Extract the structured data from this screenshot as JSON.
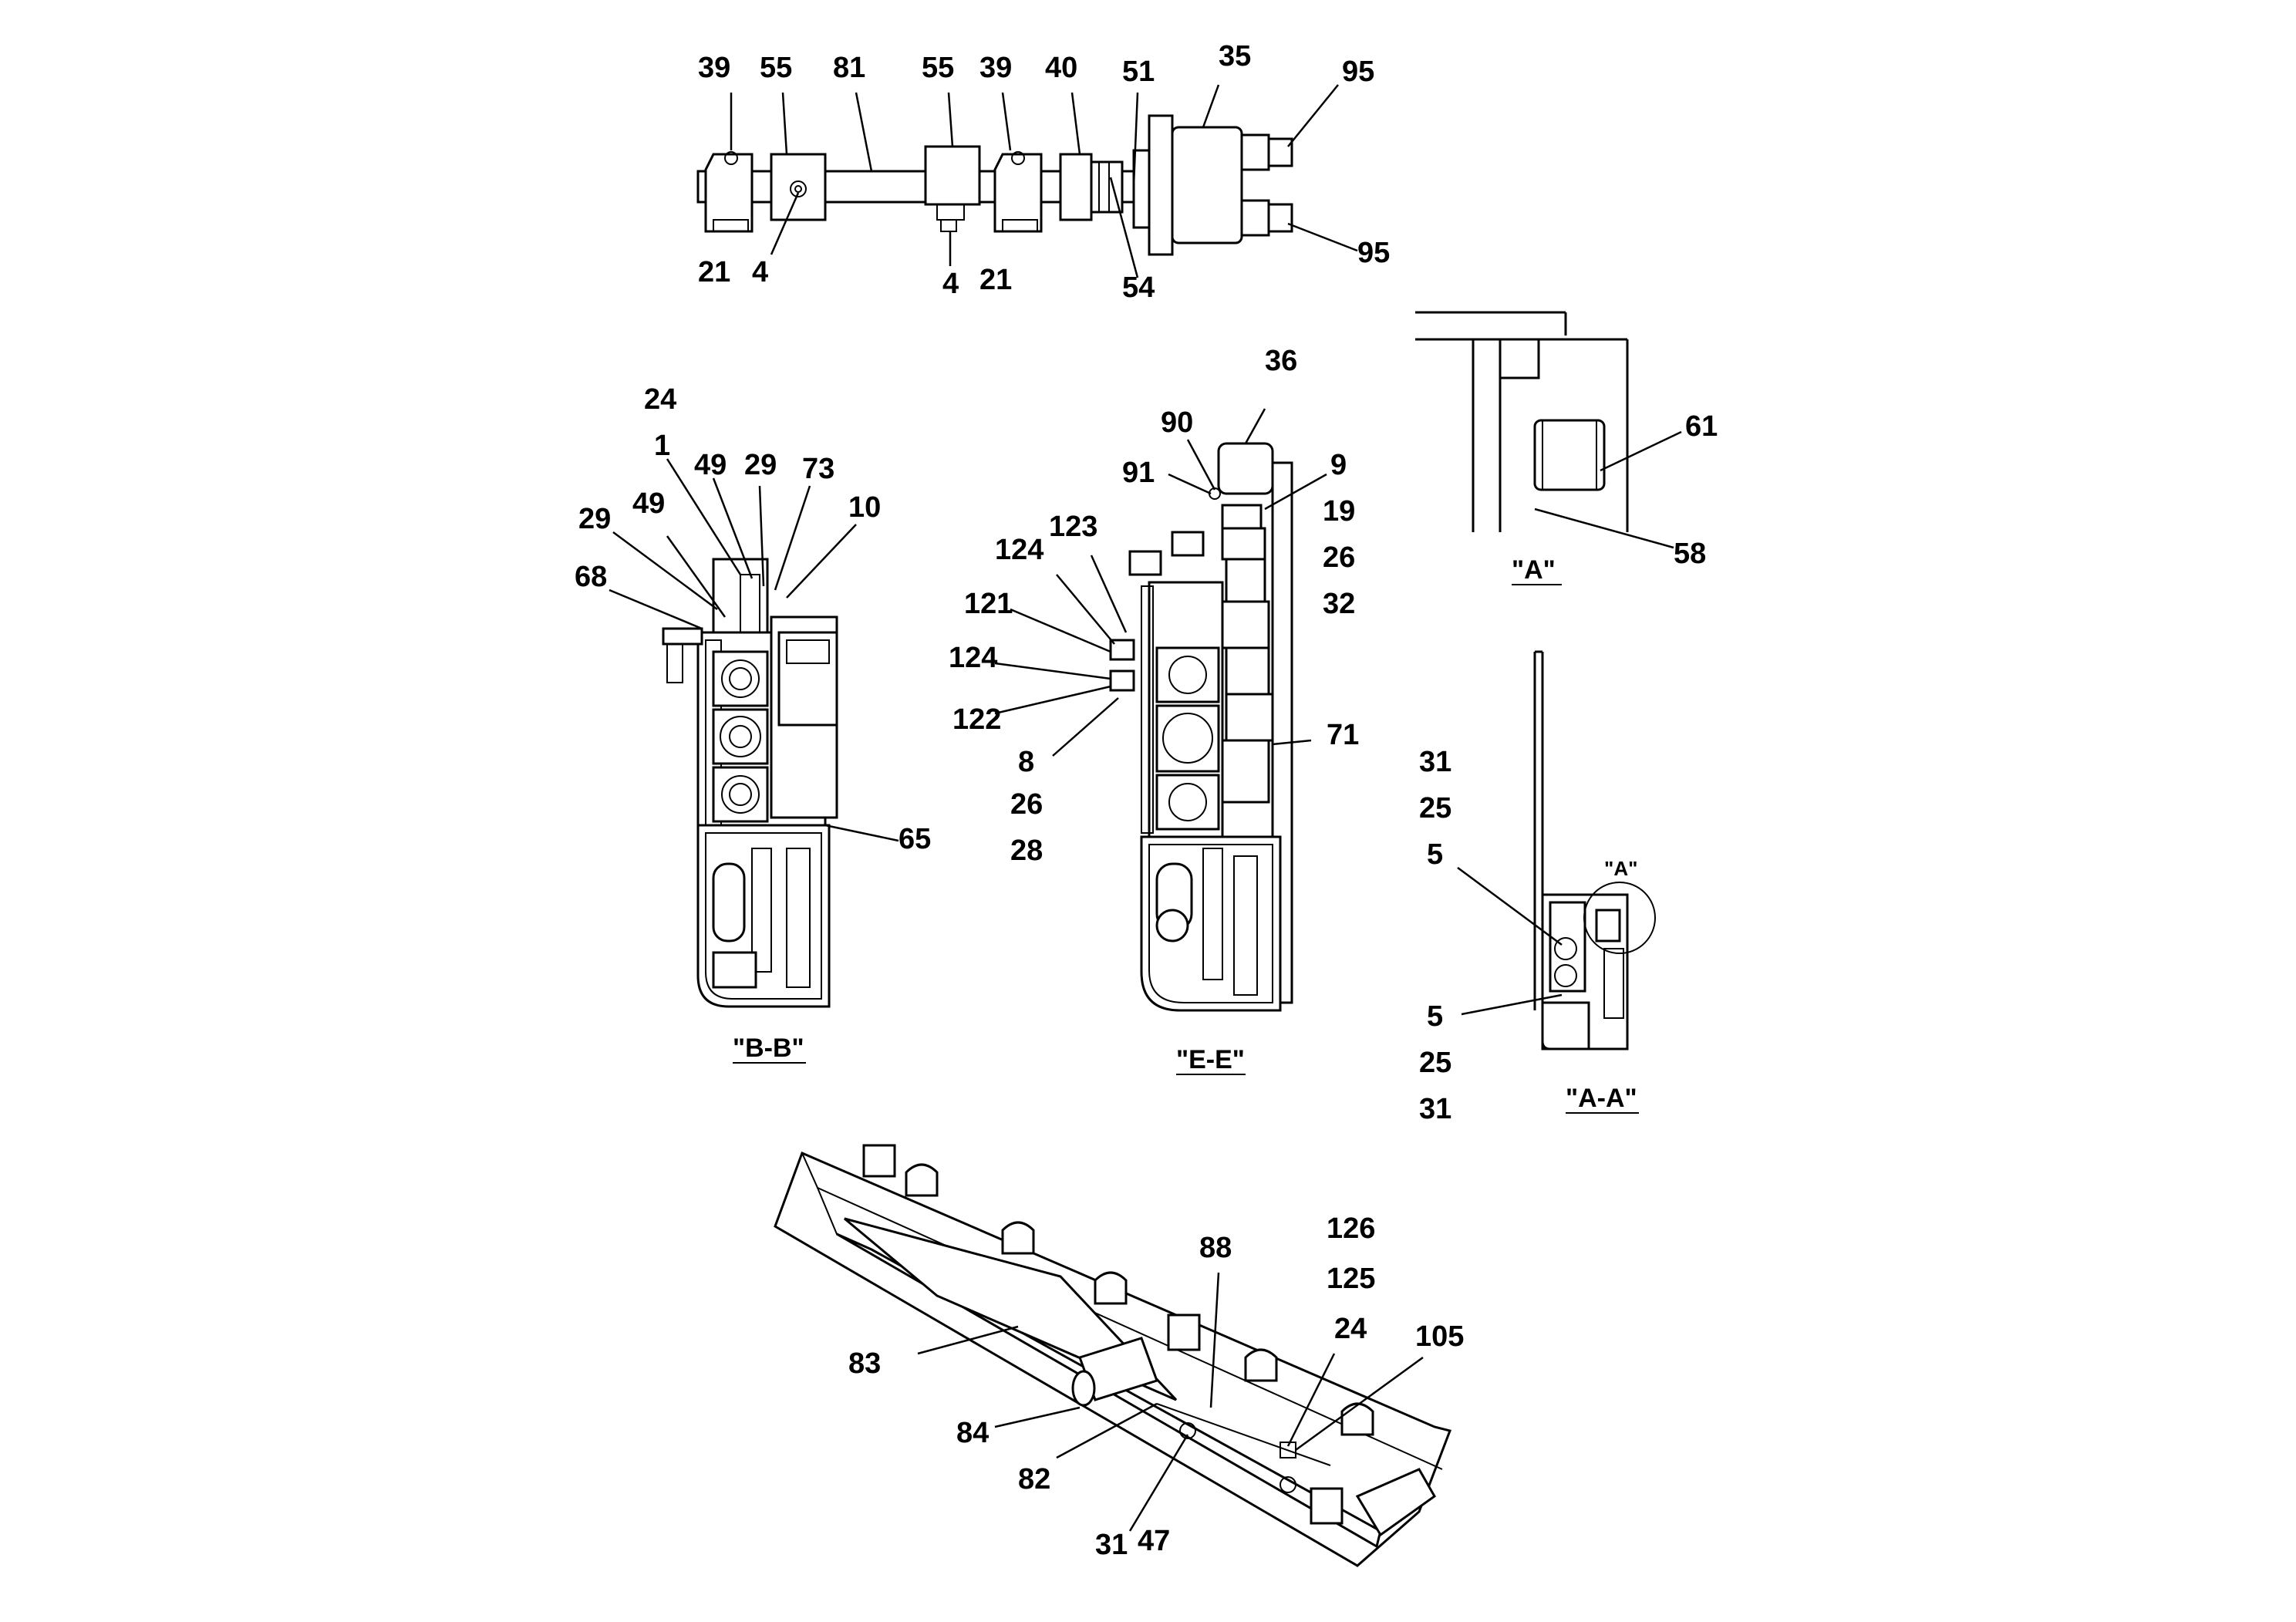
{
  "views": {
    "top_assembly": {
      "labels": [
        "39",
        "55",
        "81",
        "55",
        "39",
        "40",
        "51",
        "35",
        "95",
        "95",
        "21",
        "4",
        "4",
        "21",
        "54"
      ]
    },
    "section_b": {
      "caption": "\"B-B\"",
      "labels": [
        "24",
        "1",
        "49",
        "29",
        "73",
        "10",
        "29",
        "49",
        "68",
        "65"
      ]
    },
    "section_e": {
      "caption": "\"E-E\"",
      "labels": [
        "36",
        "90",
        "91",
        "9",
        "19",
        "26",
        "32",
        "123",
        "124",
        "121",
        "124",
        "122",
        "8",
        "26",
        "28",
        "71"
      ]
    },
    "detail_a": {
      "caption": "\"A\"",
      "labels": [
        "61",
        "58"
      ]
    },
    "section_aa": {
      "caption": "\"A-A\"",
      "callout": "\"A\"",
      "labels": [
        "31",
        "25",
        "5",
        "5",
        "25",
        "31"
      ]
    },
    "tray": {
      "labels": [
        "126",
        "125",
        "24",
        "105",
        "88",
        "83",
        "84",
        "82",
        "31",
        "47"
      ]
    }
  }
}
